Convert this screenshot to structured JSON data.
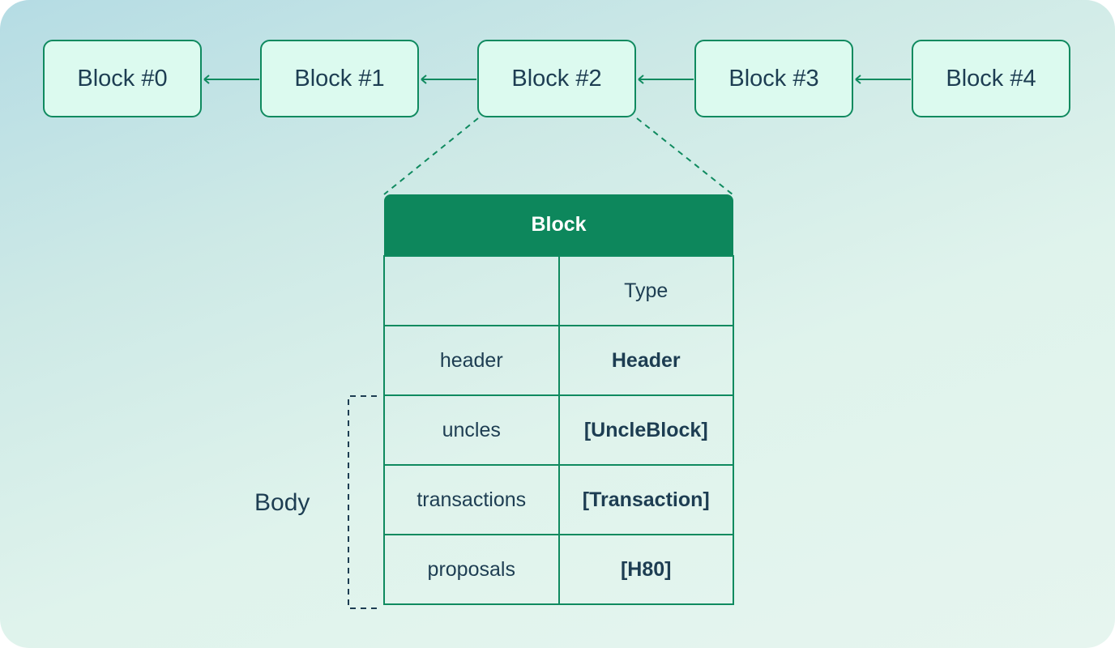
{
  "chain": {
    "blocks": [
      "Block #0",
      "Block #1",
      "Block #2",
      "Block #3",
      "Block #4"
    ]
  },
  "table": {
    "title": "Block",
    "column_header": "Type",
    "rows": [
      {
        "field": "header",
        "type": "Header"
      },
      {
        "field": "uncles",
        "type": "[UncleBlock]"
      },
      {
        "field": "transactions",
        "type": "[Transaction]"
      },
      {
        "field": "proposals",
        "type": "[H80]"
      }
    ]
  },
  "body_label": "Body",
  "colors": {
    "accent": "#0d875c",
    "block_fill": "#dcfaef",
    "text": "#1d3d52"
  }
}
